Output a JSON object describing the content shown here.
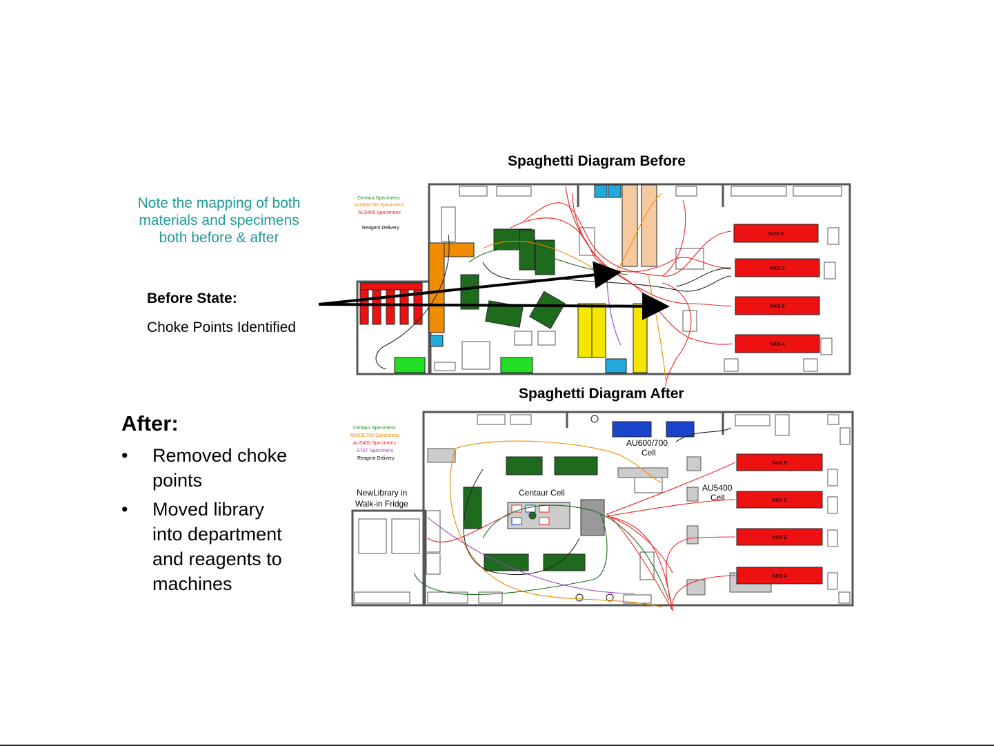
{
  "note": {
    "line1": "Note the mapping of both",
    "line2": "materials and specimens",
    "line3": "both before & after"
  },
  "before_state": {
    "heading": "Before State:",
    "subtext": "Choke Points Identified"
  },
  "after_state": {
    "heading": "After:",
    "bullets": [
      {
        "marker": "•",
        "line1": "Removed choke",
        "line2": "points"
      },
      {
        "marker": "•",
        "line1": "Moved library",
        "line2": "into department",
        "line3": "and reagents to",
        "line4": "machines"
      }
    ]
  },
  "diagram_before": {
    "title": "Spaghetti Diagram Before",
    "legend": [
      "Centaur Specimens",
      "AU600/700 Specimens",
      "AU5400 Specimens",
      "Reagent Delivery"
    ],
    "analyzers": [
      "5400 B",
      "5400 C",
      "5400 E",
      "5400 A"
    ]
  },
  "diagram_after": {
    "title": "Spaghetti Diagram After",
    "legend": [
      "Centaur Specimens",
      "AU600/700 Specimens",
      "AU5400 Specimens",
      "STAT Specimens",
      "Reagent Delivery"
    ],
    "labels": {
      "au600": "AU600/700",
      "au600_cell": "Cell",
      "centaur_cell": "Centaur Cell",
      "au5400": "AU5400",
      "au5400_cell": "Cell",
      "library1": "NewLibrary in",
      "library2": "Walk-in Fridge"
    },
    "analyzers": [
      "5400 B",
      "5400 C",
      "5400 E",
      "5400 A"
    ]
  },
  "colors": {
    "note": "#1f9a9a",
    "analyzer_red": "#ee1111",
    "centaur_green": "#1e6b1e",
    "au600_orange": "#f08c00",
    "au600_blue": "#1a44cc",
    "stat_yellow": "#f5e600",
    "cyan": "#22aadd",
    "tan": "#f6caa0"
  }
}
